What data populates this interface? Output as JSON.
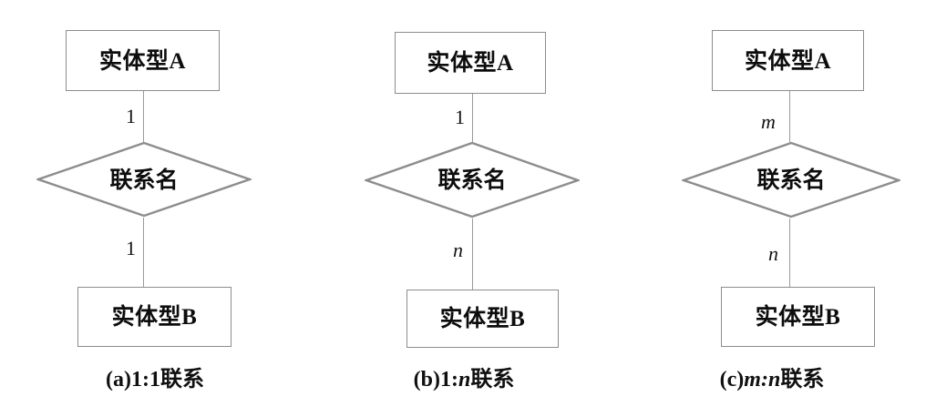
{
  "figure": {
    "type": "er-diagram-set",
    "background_color": "#ffffff",
    "stroke_color": "#8d8d8d",
    "text_color": "#0d0d0d",
    "diagrams": [
      {
        "id": "a",
        "entity_top_label": "实体型A",
        "relationship_label": "联系名",
        "entity_bottom_label": "实体型B",
        "cardinality_top": "1",
        "cardinality_top_italic": false,
        "cardinality_bottom": "1",
        "cardinality_bottom_italic": false,
        "caption_prefix": "(a)",
        "caption_ratio_left": "1",
        "caption_ratio_left_italic": false,
        "caption_colon": ":",
        "caption_ratio_right": "1",
        "caption_ratio_right_italic": false,
        "caption_suffix": "联系"
      },
      {
        "id": "b",
        "entity_top_label": "实体型A",
        "relationship_label": "联系名",
        "entity_bottom_label": "实体型B",
        "cardinality_top": "1",
        "cardinality_top_italic": false,
        "cardinality_bottom": "n",
        "cardinality_bottom_italic": true,
        "caption_prefix": "(b)",
        "caption_ratio_left": "1",
        "caption_ratio_left_italic": false,
        "caption_colon": ":",
        "caption_ratio_right": "n",
        "caption_ratio_right_italic": true,
        "caption_suffix": "联系"
      },
      {
        "id": "c",
        "entity_top_label": "实体型A",
        "relationship_label": "联系名",
        "entity_bottom_label": "实体型B",
        "cardinality_top": "m",
        "cardinality_top_italic": true,
        "cardinality_bottom": "n",
        "cardinality_bottom_italic": true,
        "caption_prefix": "(c)",
        "caption_ratio_left": "m",
        "caption_ratio_left_italic": true,
        "caption_colon": ":",
        "caption_ratio_right": "n",
        "caption_ratio_right_italic": true,
        "caption_suffix": "联系"
      }
    ]
  }
}
